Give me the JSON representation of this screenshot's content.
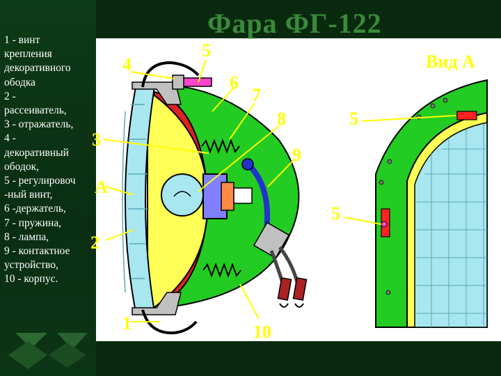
{
  "title": "Фара ФГ-122",
  "legend_lines": [
    "1 - винт",
    "крепления",
    "декоративного",
    "ободка",
    "2 -",
    "рассеиватель,",
    "3 - отражатель,",
    "4 -",
    "декоративный",
    "ободок,",
    "5 - регулировоч",
    "-ный винт,",
    "6 -держатель,",
    "7 - пружина,",
    "8 - лампа,",
    "9 - контактное",
    "устройство,",
    "10 - корпус."
  ],
  "callouts": {
    "n1": "1",
    "n2": "2",
    "n3": "3",
    "n4": "4",
    "n5": "5",
    "n6": "6",
    "n7": "7",
    "n8": "8",
    "n9": "9",
    "n10": "10",
    "nA": "А",
    "view_label": "Вид А",
    "n5b": "5",
    "n5c": "5"
  },
  "colors": {
    "body_green": "#22cc22",
    "reflector_yellow": "#ffff55",
    "housing_red": "#dd2222",
    "lens_blue": "#a8e6f0",
    "label_yellow": "#ffff00"
  }
}
